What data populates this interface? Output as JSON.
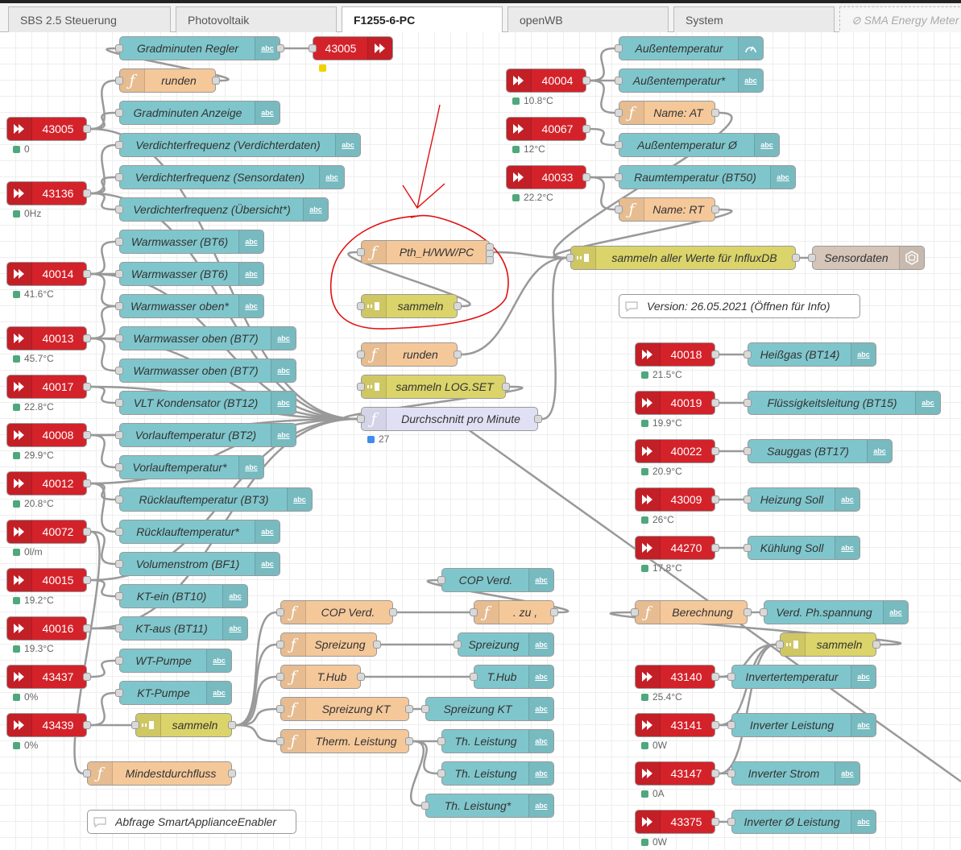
{
  "tabs": [
    {
      "label": "SBS 2.5 Steuerung",
      "state": "normal"
    },
    {
      "label": "Photovoltaik",
      "state": "normal"
    },
    {
      "label": "F1255-6-PC",
      "state": "active"
    },
    {
      "label": "openWB",
      "state": "normal"
    },
    {
      "label": "System",
      "state": "normal"
    },
    {
      "label": "SMA Energy Meter",
      "state": "disabled"
    }
  ],
  "colors": {
    "modbus": "#d4222a",
    "ui_text": "#7fc6cc",
    "function": "#f5c89a",
    "join": "#dbd46a",
    "average": "#e0e0f5",
    "comment": "#ffffff",
    "influx": "#d4c5b8",
    "status_green": "#4fa87d",
    "status_yellow": "#f0d200",
    "status_blue": "#3f8cf0",
    "annotation": "#e01010"
  },
  "nodes": [
    {
      "id": "n1",
      "label": "Gradminuten Regler",
      "type": "ui_text",
      "icon": "abc"
    },
    {
      "id": "n2",
      "label": "43005",
      "type": "modbus_out",
      "icon": "modbus-out-icon"
    },
    {
      "id": "n3",
      "label": "runden",
      "type": "function",
      "icon": "function-icon"
    },
    {
      "id": "n4",
      "label": "43005",
      "type": "modbus",
      "icon": "modbus-icon",
      "status": "0"
    },
    {
      "id": "n5",
      "label": "Gradminuten Anzeige",
      "type": "ui_text",
      "icon": "abc"
    },
    {
      "id": "n6",
      "label": "Verdichterfrequenz (Verdichterdaten)",
      "type": "ui_text",
      "icon": "abc"
    },
    {
      "id": "n7",
      "label": "43136",
      "type": "modbus",
      "icon": "modbus-icon",
      "status": "0Hz"
    },
    {
      "id": "n8",
      "label": "Verdichterfrequenz (Sensordaten)",
      "type": "ui_text",
      "icon": "abc"
    },
    {
      "id": "n9",
      "label": "Verdichterfrequenz (Übersicht*)",
      "type": "ui_text",
      "icon": "abc"
    },
    {
      "id": "n10",
      "label": "Warmwasser (BT6)",
      "type": "ui_text",
      "icon": "abc"
    },
    {
      "id": "n11",
      "label": "40014",
      "type": "modbus",
      "icon": "modbus-icon",
      "status": "41.6°C"
    },
    {
      "id": "n12",
      "label": "Warmwasser (BT6)",
      "type": "ui_text",
      "icon": "abc"
    },
    {
      "id": "n13",
      "label": "Warmwasser oben*",
      "type": "ui_text",
      "icon": "abc"
    },
    {
      "id": "n14",
      "label": "40013",
      "type": "modbus",
      "icon": "modbus-icon",
      "status": "45.7°C"
    },
    {
      "id": "n15",
      "label": "Warmwasser oben (BT7)",
      "type": "ui_text",
      "icon": "abc"
    },
    {
      "id": "n16",
      "label": "Warmwasser oben (BT7)",
      "type": "ui_text",
      "icon": "abc"
    },
    {
      "id": "n17",
      "label": "40017",
      "type": "modbus",
      "icon": "modbus-icon",
      "status": "22.8°C"
    },
    {
      "id": "n18",
      "label": "VLT Kondensator (BT12)",
      "type": "ui_text",
      "icon": "abc"
    },
    {
      "id": "n19",
      "label": "40008",
      "type": "modbus",
      "icon": "modbus-icon",
      "status": "29.9°C"
    },
    {
      "id": "n20",
      "label": "Vorlauftemperatur (BT2)",
      "type": "ui_text",
      "icon": "abc"
    },
    {
      "id": "n21",
      "label": "Vorlauftemperatur*",
      "type": "ui_text",
      "icon": "abc"
    },
    {
      "id": "n22",
      "label": "40012",
      "type": "modbus",
      "icon": "modbus-icon",
      "status": "20.8°C"
    },
    {
      "id": "n23",
      "label": "Rücklauftemperatur (BT3)",
      "type": "ui_text",
      "icon": "abc"
    },
    {
      "id": "n24",
      "label": "40072",
      "type": "modbus",
      "icon": "modbus-icon",
      "status": "0l/m"
    },
    {
      "id": "n25",
      "label": "Rücklauftemperatur*",
      "type": "ui_text",
      "icon": "abc"
    },
    {
      "id": "n26",
      "label": "Volumenstrom (BF1)",
      "type": "ui_text",
      "icon": "abc"
    },
    {
      "id": "n27",
      "label": "40015",
      "type": "modbus",
      "icon": "modbus-icon",
      "status": "19.2°C"
    },
    {
      "id": "n28",
      "label": "KT-ein (BT10)",
      "type": "ui_text",
      "icon": "abc"
    },
    {
      "id": "n29",
      "label": "40016",
      "type": "modbus",
      "icon": "modbus-icon",
      "status": "19.3°C"
    },
    {
      "id": "n30",
      "label": "KT-aus (BT11)",
      "type": "ui_text",
      "icon": "abc"
    },
    {
      "id": "n31",
      "label": "43437",
      "type": "modbus",
      "icon": "modbus-icon",
      "status": "0%"
    },
    {
      "id": "n32",
      "label": "WT-Pumpe",
      "type": "ui_text",
      "icon": "abc"
    },
    {
      "id": "n33",
      "label": "KT-Pumpe",
      "type": "ui_text",
      "icon": "abc"
    },
    {
      "id": "n34",
      "label": "43439",
      "type": "modbus",
      "icon": "modbus-icon",
      "status": "0%"
    },
    {
      "id": "n35",
      "label": "sammeln",
      "type": "join",
      "icon": "join-icon"
    },
    {
      "id": "n36",
      "label": "Mindestdurchfluss",
      "type": "function",
      "icon": "function-icon"
    },
    {
      "id": "n37",
      "label": "Abfrage SmartApplianceEnabler",
      "type": "comment",
      "icon": "comment-icon"
    },
    {
      "id": "n38",
      "label": "Pth_H/WW/PC",
      "type": "function",
      "icon": "function-icon"
    },
    {
      "id": "n39",
      "label": "sammeln",
      "type": "join",
      "icon": "join-icon"
    },
    {
      "id": "n40",
      "label": "runden",
      "type": "function",
      "icon": "function-icon"
    },
    {
      "id": "n41",
      "label": "sammeln LOG.SET",
      "type": "join",
      "icon": "join-icon"
    },
    {
      "id": "n42",
      "label": "Durchschnitt pro Minute",
      "type": "average",
      "icon": "function-icon",
      "status": "27"
    },
    {
      "id": "n43",
      "label": "COP Verd.",
      "type": "ui_text",
      "icon": "abc"
    },
    {
      "id": "n44",
      "label": "COP Verd.",
      "type": "function",
      "icon": "function-icon"
    },
    {
      "id": "n45",
      "label": ". zu ,",
      "type": "function",
      "icon": "function-icon"
    },
    {
      "id": "n46",
      "label": "Spreizung",
      "type": "function",
      "icon": "function-icon"
    },
    {
      "id": "n47",
      "label": "Spreizung",
      "type": "ui_text",
      "icon": "abc"
    },
    {
      "id": "n48",
      "label": "T.Hub",
      "type": "function",
      "icon": "function-icon"
    },
    {
      "id": "n49",
      "label": "T.Hub",
      "type": "ui_text",
      "icon": "abc"
    },
    {
      "id": "n50",
      "label": "Spreizung KT",
      "type": "function",
      "icon": "function-icon"
    },
    {
      "id": "n51",
      "label": "Spreizung KT",
      "type": "ui_text",
      "icon": "abc"
    },
    {
      "id": "n52",
      "label": "Therm. Leistung",
      "type": "function",
      "icon": "function-icon"
    },
    {
      "id": "n53",
      "label": "Th. Leistung",
      "type": "ui_text",
      "icon": "abc"
    },
    {
      "id": "n54",
      "label": "Th. Leistung",
      "type": "ui_text",
      "icon": "abc"
    },
    {
      "id": "n55",
      "label": "Th. Leistung*",
      "type": "ui_text",
      "icon": "abc"
    },
    {
      "id": "n56",
      "label": "Außentemperatur",
      "type": "ui_gauge",
      "icon": "gauge-icon"
    },
    {
      "id": "n57",
      "label": "40004",
      "type": "modbus",
      "icon": "modbus-icon",
      "status": "10.8°C"
    },
    {
      "id": "n58",
      "label": "Außentemperatur*",
      "type": "ui_text",
      "icon": "abc"
    },
    {
      "id": "n59",
      "label": "Name: AT",
      "type": "function",
      "icon": "function-icon"
    },
    {
      "id": "n60",
      "label": "40067",
      "type": "modbus",
      "icon": "modbus-icon",
      "status": "12°C"
    },
    {
      "id": "n61",
      "label": "Außentemperatur Ø",
      "type": "ui_text",
      "icon": "abc"
    },
    {
      "id": "n62",
      "label": "40033",
      "type": "modbus",
      "icon": "modbus-icon",
      "status": "22.2°C"
    },
    {
      "id": "n63",
      "label": "Raumtemperatur (BT50)",
      "type": "ui_text",
      "icon": "abc"
    },
    {
      "id": "n64",
      "label": "Name: RT",
      "type": "function",
      "icon": "function-icon"
    },
    {
      "id": "n65",
      "label": "sammeln aller Werte für InfluxDB",
      "type": "join",
      "icon": "join-icon"
    },
    {
      "id": "n66",
      "label": "Sensordaten",
      "type": "influx",
      "icon": "influx-icon"
    },
    {
      "id": "n67",
      "label": "Version: 26.05.2021 (Öffnen für Info)",
      "type": "comment",
      "icon": "comment-icon"
    },
    {
      "id": "n68",
      "label": "40018",
      "type": "modbus",
      "icon": "modbus-icon",
      "status": "21.5°C"
    },
    {
      "id": "n69",
      "label": "Heißgas (BT14)",
      "type": "ui_text",
      "icon": "abc"
    },
    {
      "id": "n70",
      "label": "40019",
      "type": "modbus",
      "icon": "modbus-icon",
      "status": "19.9°C"
    },
    {
      "id": "n71",
      "label": "Flüssigkeitsleitung (BT15)",
      "type": "ui_text",
      "icon": "abc"
    },
    {
      "id": "n72",
      "label": "40022",
      "type": "modbus",
      "icon": "modbus-icon",
      "status": "20.9°C"
    },
    {
      "id": "n73",
      "label": "Sauggas (BT17)",
      "type": "ui_text",
      "icon": "abc"
    },
    {
      "id": "n74",
      "label": "43009",
      "type": "modbus",
      "icon": "modbus-icon",
      "status": "26°C"
    },
    {
      "id": "n75",
      "label": "Heizung Soll",
      "type": "ui_text",
      "icon": "abc"
    },
    {
      "id": "n76",
      "label": "44270",
      "type": "modbus",
      "icon": "modbus-icon",
      "status": "17.8°C"
    },
    {
      "id": "n77",
      "label": "Kühlung Soll",
      "type": "ui_text",
      "icon": "abc"
    },
    {
      "id": "n78",
      "label": "Berechnung",
      "type": "function",
      "icon": "function-icon"
    },
    {
      "id": "n79",
      "label": "Verd. Ph.spannung",
      "type": "ui_text",
      "icon": "abc"
    },
    {
      "id": "n80",
      "label": "sammeln",
      "type": "join",
      "icon": "join-icon"
    },
    {
      "id": "n81",
      "label": "43140",
      "type": "modbus",
      "icon": "modbus-icon",
      "status": "25.4°C"
    },
    {
      "id": "n82",
      "label": "Invertertemperatur",
      "type": "ui_text",
      "icon": "abc"
    },
    {
      "id": "n83",
      "label": "43141",
      "type": "modbus",
      "icon": "modbus-icon",
      "status": "0W"
    },
    {
      "id": "n84",
      "label": "Inverter Leistung",
      "type": "ui_text",
      "icon": "abc"
    },
    {
      "id": "n85",
      "label": "43147",
      "type": "modbus",
      "icon": "modbus-icon",
      "status": "0A"
    },
    {
      "id": "n86",
      "label": "Inverter Strom",
      "type": "ui_text",
      "icon": "abc"
    },
    {
      "id": "n87",
      "label": "43375",
      "type": "modbus",
      "icon": "modbus-icon",
      "status": "0W"
    },
    {
      "id": "n88",
      "label": "Inverter Ø Leistung",
      "type": "ui_text",
      "icon": "abc"
    }
  ]
}
